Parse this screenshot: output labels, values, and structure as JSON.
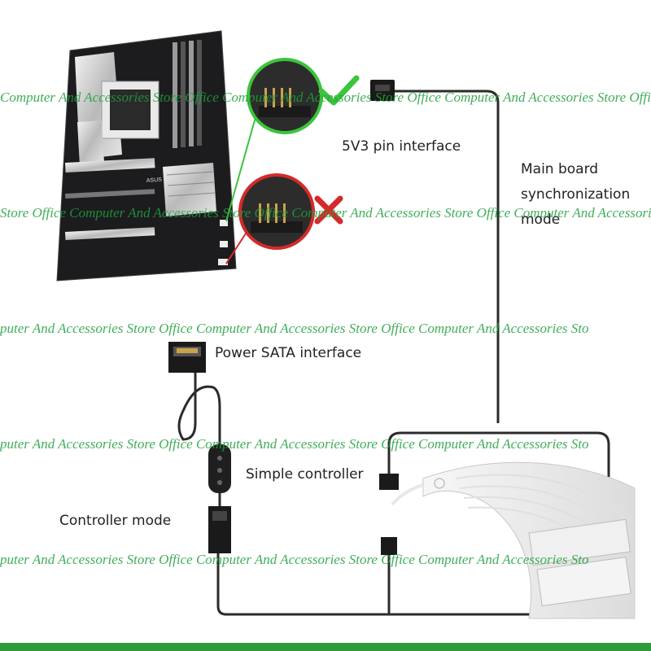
{
  "labels": {
    "pin_interface": "5V3 pin interface",
    "main_board_line1": "Main board",
    "main_board_line2": "synchronization",
    "main_board_line3": "mode",
    "power_sata": "Power SATA interface",
    "simple_controller": "Simple controller",
    "controller_mode": "Controller mode"
  },
  "board_logo": "ASUS",
  "watermark": {
    "row1": "Computer And Accessories Store Office Computer And Accessories Store Office Computer And Accessories Store Office",
    "row2": "Store Office Computer And Accessories Store Office Computer And Accessories Store Office Computer And Accessories Sto",
    "row3": "puter And Accessories Store Office Computer And Accessories Store Office Computer And Accessories Sto",
    "row4": "puter And Accessories Store Office Computer And Accessories Store Office Computer And Accessories Sto",
    "row5": "puter And Accessories Store Office Computer And Accessories Store Office Computer And Accessories Sto"
  },
  "colors": {
    "correct": "#3cc43c",
    "wrong": "#d42a2a",
    "cable": "#2b2b2b",
    "brand_bar": "#2e9a3a"
  },
  "icons": [
    "check-icon",
    "cross-icon"
  ]
}
